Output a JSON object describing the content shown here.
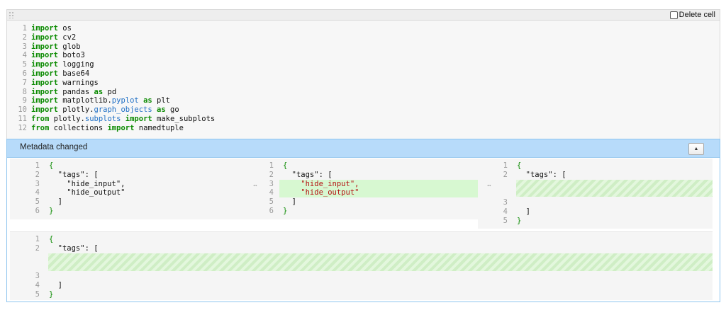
{
  "toolbar": {
    "delete_label": "Delete cell"
  },
  "source": {
    "line_numbers": "1\n2\n3\n4\n5\n6\n7\n8\n9\n10\n11\n12",
    "lines": [
      [
        {
          "t": "import",
          "c": "kw"
        },
        {
          "t": " os"
        }
      ],
      [
        {
          "t": "import",
          "c": "kw"
        },
        {
          "t": " cv2"
        }
      ],
      [
        {
          "t": "import",
          "c": "kw"
        },
        {
          "t": " glob"
        }
      ],
      [
        {
          "t": "import",
          "c": "kw"
        },
        {
          "t": " boto3"
        }
      ],
      [
        {
          "t": "import",
          "c": "kw"
        },
        {
          "t": " logging"
        }
      ],
      [
        {
          "t": "import",
          "c": "kw"
        },
        {
          "t": " base64"
        }
      ],
      [
        {
          "t": "import",
          "c": "kw"
        },
        {
          "t": " warnings"
        }
      ],
      [
        {
          "t": "import",
          "c": "kw"
        },
        {
          "t": " pandas "
        },
        {
          "t": "as",
          "c": "kw"
        },
        {
          "t": " pd"
        }
      ],
      [
        {
          "t": "import",
          "c": "kw"
        },
        {
          "t": " matplotlib."
        },
        {
          "t": "pyplot",
          "c": "attr"
        },
        {
          "t": " "
        },
        {
          "t": "as",
          "c": "kw"
        },
        {
          "t": " plt"
        }
      ],
      [
        {
          "t": "import",
          "c": "kw"
        },
        {
          "t": " plotly."
        },
        {
          "t": "graph_objects",
          "c": "attr"
        },
        {
          "t": " "
        },
        {
          "t": "as",
          "c": "kw"
        },
        {
          "t": " go"
        }
      ],
      [
        {
          "t": "from",
          "c": "kw"
        },
        {
          "t": " plotly."
        },
        {
          "t": "subplots",
          "c": "attr"
        },
        {
          "t": " "
        },
        {
          "t": "import",
          "c": "kw"
        },
        {
          "t": " make_subplots"
        }
      ],
      [
        {
          "t": "from",
          "c": "kw"
        },
        {
          "t": " collections "
        },
        {
          "t": "import",
          "c": "kw"
        },
        {
          "t": " namedtuple"
        }
      ]
    ]
  },
  "metadata": {
    "title": "Metadata changed",
    "collapse_icon": "triangle-up-icon",
    "base": {
      "line_numbers": "1\n2\n3\n4\n5\n6",
      "lines": [
        [
          {
            "t": "{",
            "c": "brace"
          }
        ],
        [
          {
            "t": "  \"tags\": ["
          }
        ],
        [
          {
            "t": "    \"hide_input\","
          }
        ],
        [
          {
            "t": "    \"hide_output\""
          }
        ],
        [
          {
            "t": "  ]"
          }
        ],
        [
          {
            "t": "}",
            "c": "brace"
          }
        ]
      ]
    },
    "local": {
      "line_numbers": "1\n2\n3\n4\n5\n6",
      "lines": [
        [
          {
            "t": "{",
            "c": "brace"
          }
        ],
        [
          {
            "t": "  \"tags\": ["
          }
        ],
        [
          {
            "t": "    \"hide_input\",",
            "c": "added"
          }
        ],
        [
          {
            "t": "    \"hide_output\"",
            "c": "added"
          }
        ],
        [
          {
            "t": "  ]"
          }
        ],
        [
          {
            "t": "}",
            "c": "brace"
          }
        ]
      ]
    },
    "remote": {
      "line_numbers_top": "1\n2",
      "lines_top": [
        [
          {
            "t": "{",
            "c": "brace"
          }
        ],
        [
          {
            "t": "  \"tags\": ["
          }
        ]
      ],
      "line_numbers_bottom": "3\n4\n5",
      "lines_bottom": [
        [
          {
            "t": ""
          }
        ],
        [
          {
            "t": "  ]"
          }
        ],
        [
          {
            "t": "}",
            "c": "brace"
          }
        ]
      ]
    },
    "merged": {
      "line_numbers_top": "1\n2",
      "lines_top": [
        [
          {
            "t": "{",
            "c": "brace"
          }
        ],
        [
          {
            "t": "  \"tags\": ["
          }
        ]
      ],
      "line_numbers_bottom": "3\n4\n5",
      "lines_bottom": [
        [
          {
            "t": ""
          }
        ],
        [
          {
            "t": "  ]"
          }
        ],
        [
          {
            "t": "}",
            "c": "brace"
          }
        ]
      ]
    }
  }
}
